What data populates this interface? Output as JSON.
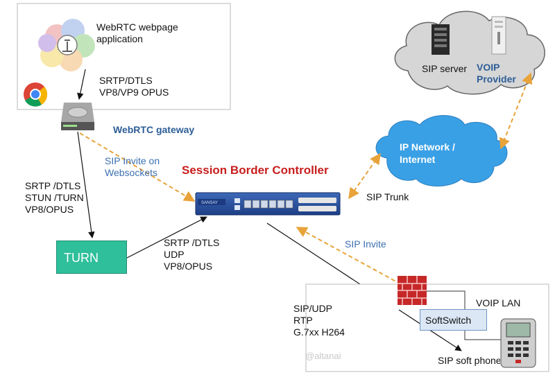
{
  "webrtc_app": {
    "title": "WebRTC webpage\napplication",
    "media": "SRTP/DTLS\nVP8/VP9 OPUS"
  },
  "webrtc_gateway": {
    "label": "WebRTC gateway"
  },
  "sip_invite_ws": {
    "label": "SIP Invite on\nWebsockets"
  },
  "sbc": {
    "label": "Session Border Controller"
  },
  "left_media": {
    "label": "SRTP /DTLS\nSTUN /TURN\nVP8/OPUS"
  },
  "turn": {
    "label": "TURN"
  },
  "turn_media": {
    "label": "SRTP /DTLS\nUDP\nVP8/OPUS"
  },
  "voip_cloud": {
    "sip_server": "SIP server",
    "provider": "VOIP\nProvider"
  },
  "ip_network": {
    "label": "IP Network /\nInternet"
  },
  "sip_trunk": {
    "label": "SIP Trunk"
  },
  "sip_invite": {
    "label": "SIP Invite"
  },
  "lan": {
    "media": "SIP/UDP\nRTP\nG.7xx H264",
    "voip_lan": "VOIP LAN",
    "softswitch": "SoftSwitch",
    "phone": "SIP soft phone"
  },
  "watermark": "@altanai",
  "colors": {
    "accent_red": "#c81e1e",
    "accent_blue": "#2c5d96",
    "turn_green": "#2fbf9b",
    "dashed_orange": "#e8a33a",
    "cloud_blue": "#3aa0e6",
    "cloud_gray": "#d6d6d6"
  }
}
